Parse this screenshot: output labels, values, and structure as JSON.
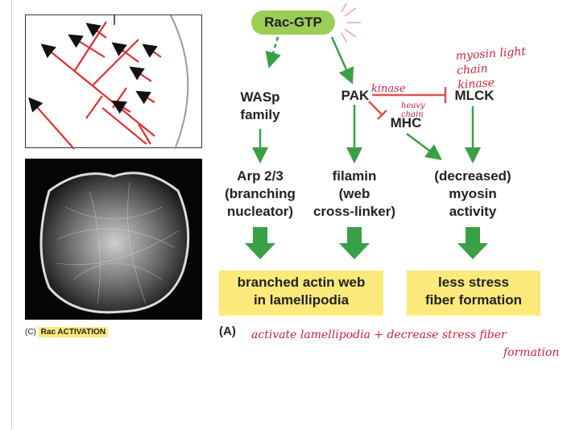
{
  "diagram": {
    "rac_gtp": "Rac-GTP",
    "wasp": "WASp\nfamily",
    "pak": "PAK",
    "mlck": "MLCK",
    "mhc": "MHC",
    "arp": "Arp 2/3\n(branching\nnucleator)",
    "filamin": "filamin\n(web\ncross-linker)",
    "decreased": "(decreased)\nmyosin\nactivity",
    "outcome_left": "branched actin web\nin lamellipodia",
    "outcome_right": "less stress\nfiber formation",
    "panel_label": "(A)"
  },
  "micrograph": {
    "tag_letter": "(C)",
    "tag_text": "Rac ACTIVATION"
  },
  "handwriting": {
    "kinase": "kinase",
    "myosin_light_chain_kinase": "myosin light\nchain\nkinase",
    "heavy_chain": "heavy\nchain",
    "summary_line1": "activate lamellipodia + decrease  stress fiber",
    "summary_line2": "formation"
  },
  "colors": {
    "green_arrow": "#3aa045",
    "inhibit_red": "#d9534f",
    "pill": "#9ccd56",
    "highlight": "#fbe97a",
    "handwriting": "#d4213a"
  }
}
